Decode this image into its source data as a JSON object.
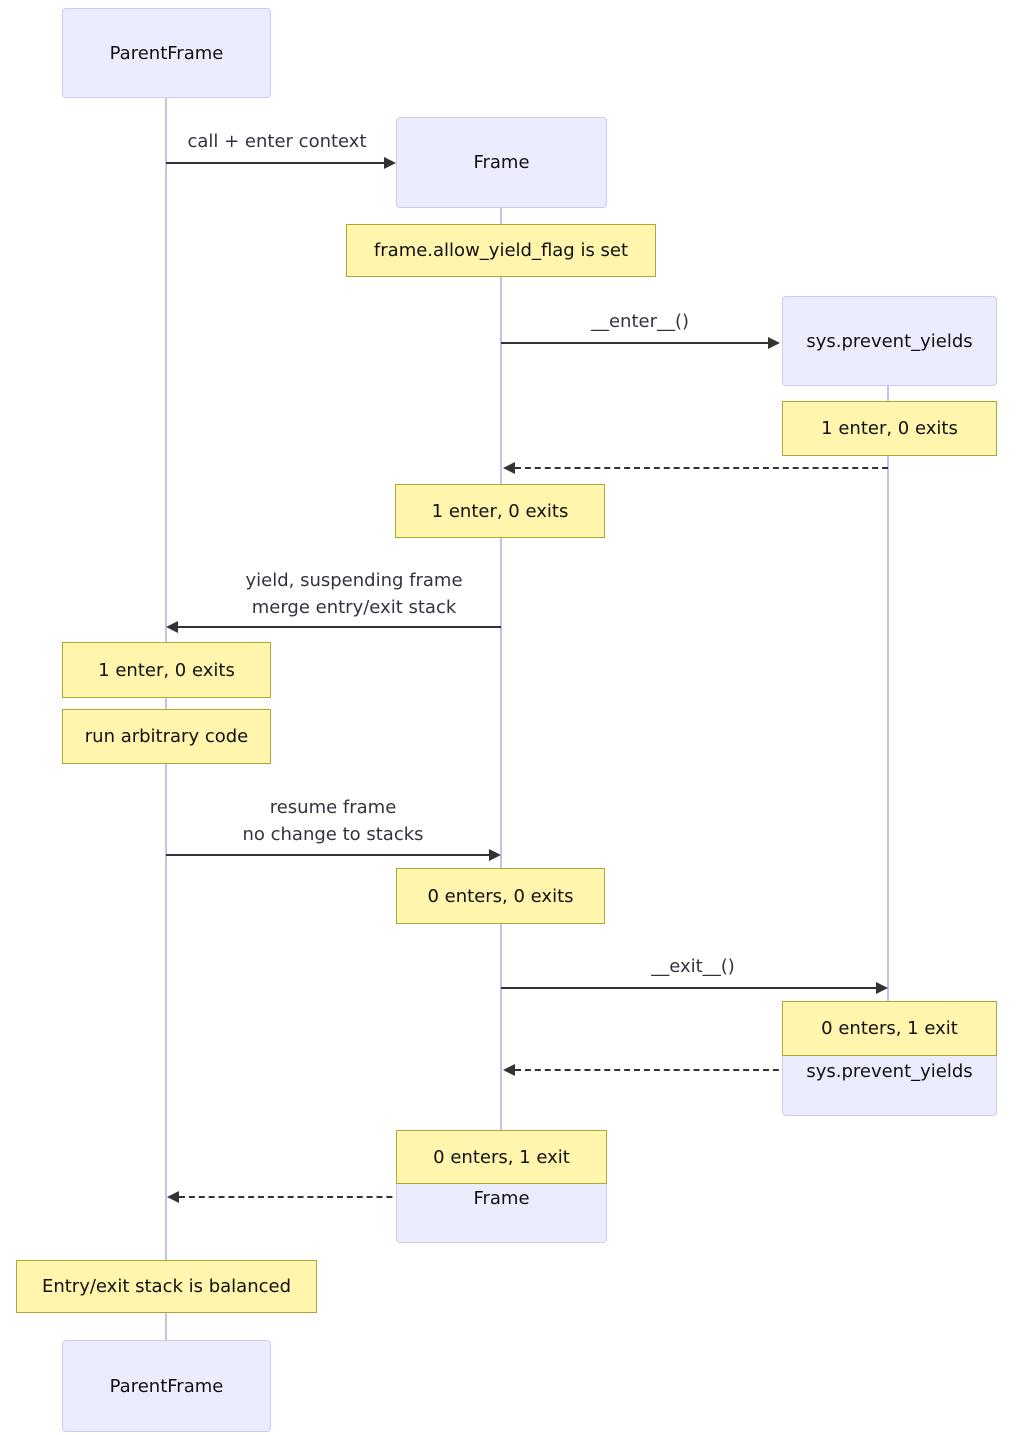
{
  "diagram": {
    "type": "sequence-diagram",
    "colors": {
      "background": "#ffffff",
      "actor_fill": "#ececff",
      "actor_border": "#cfcbef",
      "lifeline": "#c8c0e8",
      "note_fill": "#fff5ad",
      "note_border": "#aaaa33",
      "arrow": "#333333",
      "message_text": "#333340"
    },
    "participants": [
      {
        "id": "parentframe",
        "label": "ParentFrame"
      },
      {
        "id": "frame",
        "label": "Frame"
      },
      {
        "id": "sys_prevent_yields",
        "label": "sys.prevent_yields"
      }
    ],
    "messages": [
      {
        "from": "ParentFrame",
        "to": "Frame",
        "style": "solid",
        "label": "call + enter context"
      },
      {
        "from": "Frame",
        "to": "sys.prevent_yields",
        "style": "solid",
        "label": "__enter__()"
      },
      {
        "from": "sys.prevent_yields",
        "to": "Frame",
        "style": "dashed",
        "label": ""
      },
      {
        "from": "Frame",
        "to": "ParentFrame",
        "style": "solid",
        "label": "yield, suspending frame\nmerge entry/exit stack"
      },
      {
        "from": "ParentFrame",
        "to": "Frame",
        "style": "solid",
        "label": "resume frame\nno change to stacks"
      },
      {
        "from": "Frame",
        "to": "sys.prevent_yields",
        "style": "solid",
        "label": "__exit__()"
      },
      {
        "from": "sys.prevent_yields",
        "to": "Frame",
        "style": "dashed",
        "label": ""
      },
      {
        "from": "Frame",
        "to": "ParentFrame",
        "style": "dashed",
        "label": ""
      }
    ],
    "notes": [
      {
        "over": "Frame",
        "text": "frame.allow_yield_flag is set"
      },
      {
        "over": "sys.prevent_yields",
        "text": "1 enter, 0 exits"
      },
      {
        "over": "Frame",
        "text": "1 enter, 0 exits"
      },
      {
        "over": "ParentFrame",
        "text": "1 enter, 0 exits"
      },
      {
        "over": "ParentFrame",
        "text": "run arbitrary code"
      },
      {
        "over": "Frame",
        "text": "0 enters, 0 exits"
      },
      {
        "over": "sys.prevent_yields",
        "text": "0 enters, 1 exit"
      },
      {
        "over": "Frame",
        "text": "0 enters, 1 exit"
      },
      {
        "over": "ParentFrame",
        "text": "Entry/exit stack is balanced"
      }
    ]
  }
}
